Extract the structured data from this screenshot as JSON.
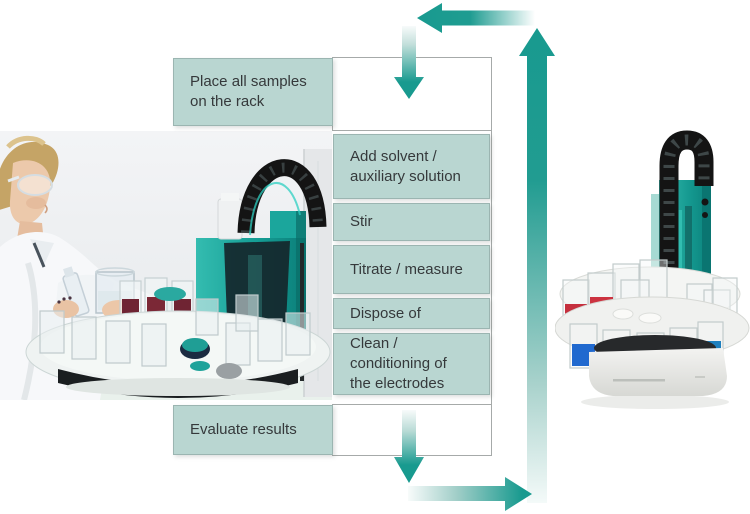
{
  "flowchart": {
    "start": "Place all samples\non the rack",
    "loop_steps": [
      "Add solvent /\nauxiliary solution",
      "Stir",
      "Titrate / measure",
      "Dispose of",
      "Clean /\nconditioning of\nthe electrodes"
    ],
    "end": "Evaluate results"
  },
  "photos": {
    "left_alt": "Lab technician pouring a sample at an automated titration system",
    "right_alt": "Sample changer turntable with beakers of red, blue and green solutions"
  },
  "colors": {
    "step_box_fill": "#b9d6d1",
    "arrow_teal": "#189a8f",
    "box_text": "#35393b",
    "border_gray": "#a6aaa9"
  }
}
